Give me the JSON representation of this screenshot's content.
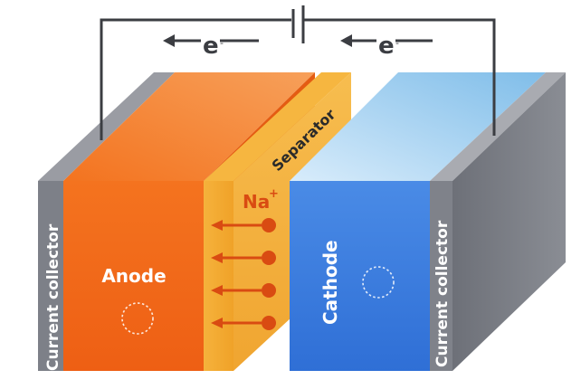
{
  "circuit": {
    "electron_left": "e",
    "electron_right": "e",
    "electron_superscript": "-"
  },
  "labels": {
    "current_collector_left": "Current collector",
    "current_collector_right": "Current collector",
    "anode": "Anode",
    "cathode": "Cathode",
    "separator": "Separator",
    "ion": "Na",
    "ion_charge": "+"
  },
  "ion_arrow_count": 4,
  "colors": {
    "collector_gray": "#7d7f86",
    "anode_orange": "#f06a1e",
    "separator_yellow": "#f2a22a",
    "cathode_blue": "#3d7fe0",
    "ion_red": "#d94b12",
    "wire": "#3b3d42"
  }
}
